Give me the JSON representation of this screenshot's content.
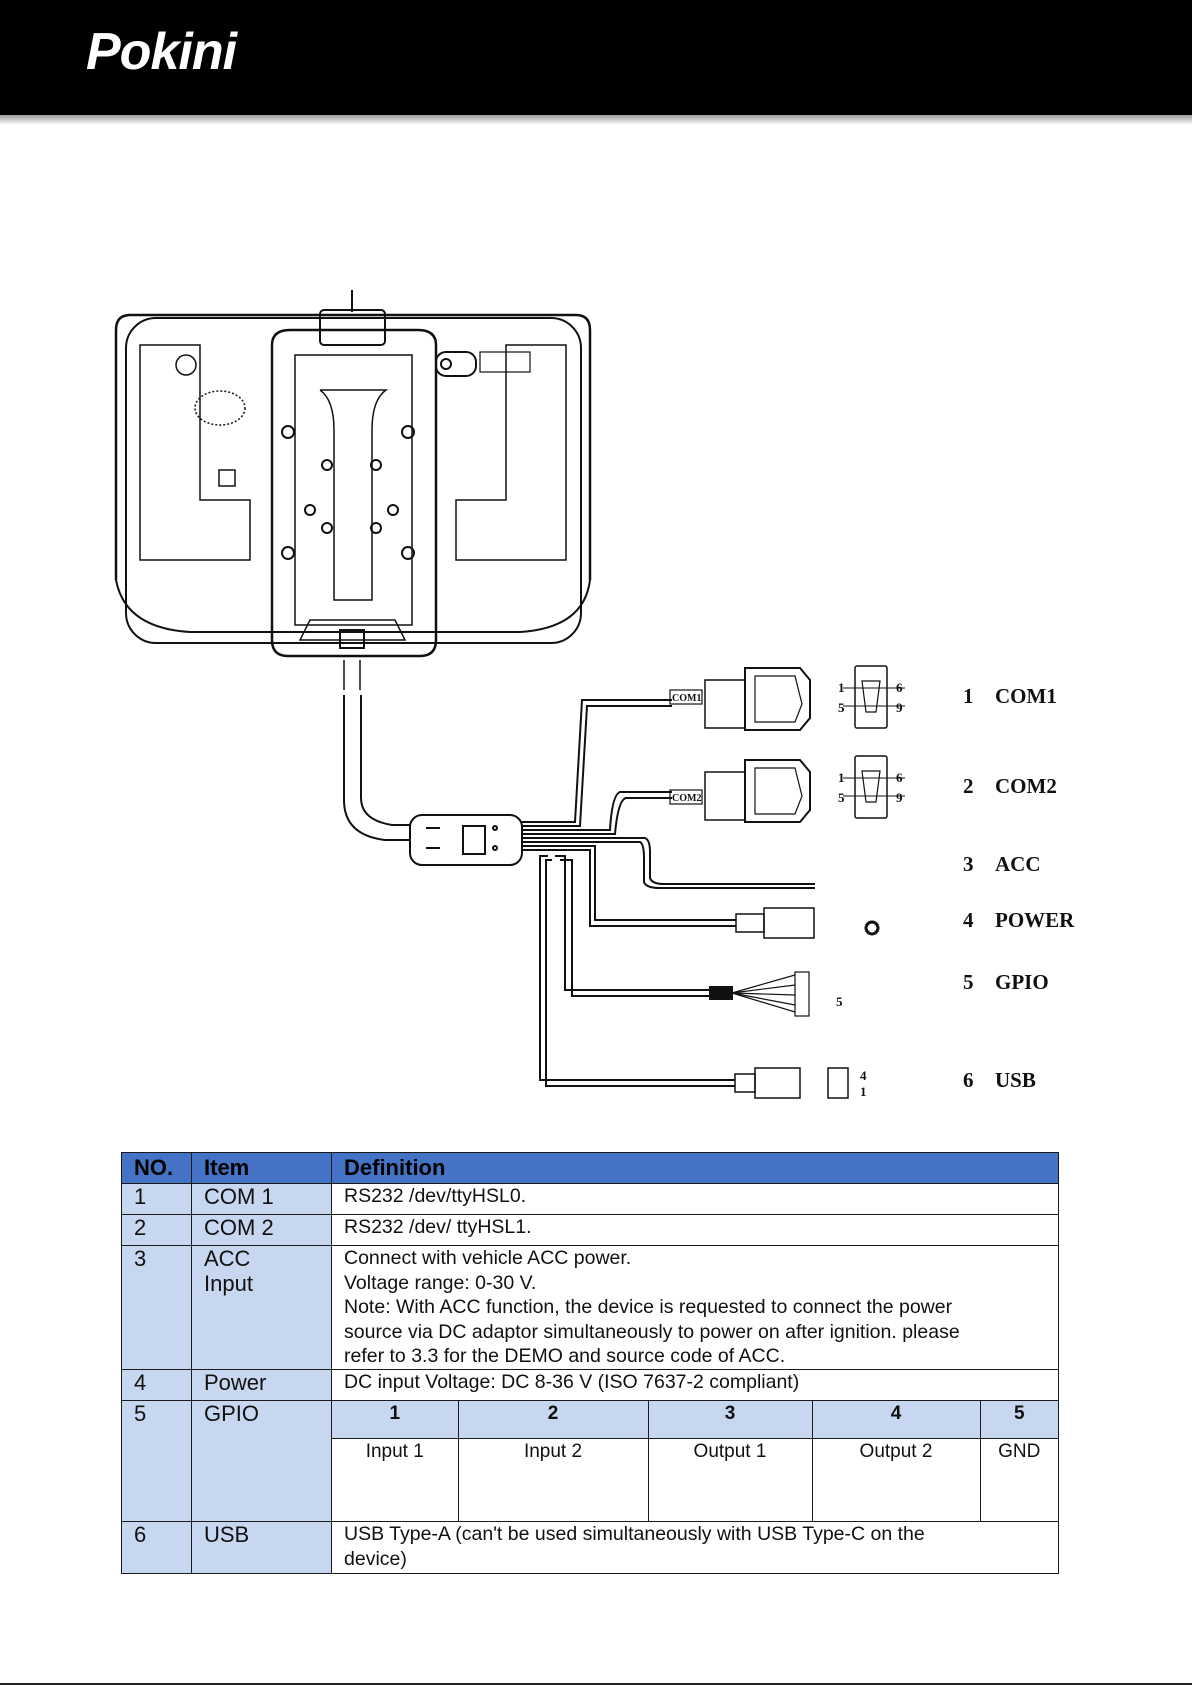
{
  "header": {
    "brand": "Pokini"
  },
  "diagram": {
    "ports": [
      {
        "no": "1",
        "name": "COM1"
      },
      {
        "no": "2",
        "name": "COM2"
      },
      {
        "no": "3",
        "name": "ACC"
      },
      {
        "no": "4",
        "name": "POWER"
      },
      {
        "no": "5",
        "name": "GPIO"
      },
      {
        "no": "6",
        "name": "USB"
      }
    ],
    "cable_tags": [
      "COM1",
      "COM2"
    ]
  },
  "table": {
    "headers": [
      "NO.",
      "Item",
      "Definition"
    ],
    "rows": [
      {
        "no": "1",
        "item": "COM 1",
        "definition": "RS232 /dev/ttyHSL0."
      },
      {
        "no": "2",
        "item": "COM 2",
        "definition": "RS232 /dev/ ttyHSL1."
      },
      {
        "no": "3",
        "item": "ACC Input",
        "definition_lines": [
          "Connect with vehicle ACC power.",
          "Voltage range: 0-30 V.",
          "Note: With ACC function, the device is requested to connect the power",
          "source via DC adaptor simultaneously to power on after ignition. please",
          "refer to 3.3 for the DEMO and source code of ACC."
        ]
      },
      {
        "no": "4",
        "item": "Power",
        "definition": "DC input Voltage: DC 8-36 V (ISO 7637-2 compliant)"
      },
      {
        "no": "5",
        "item": "GPIO",
        "gpio": {
          "pins": [
            "1",
            "2",
            "3",
            "4",
            "5"
          ],
          "functions": [
            "Input 1",
            "Input 2",
            "Output 1",
            "Output 2",
            "GND"
          ]
        }
      },
      {
        "no": "6",
        "item": "USB",
        "definition_lines": [
          "USB Type-A (can't be used simultaneously with USB Type-C on the",
          "device)"
        ]
      }
    ]
  }
}
